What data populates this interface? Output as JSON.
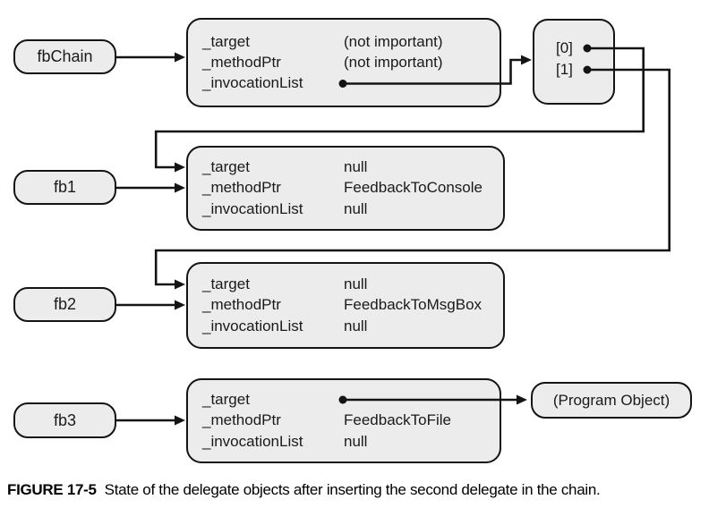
{
  "pills": [
    {
      "label": "fbChain"
    },
    {
      "label": "fb1"
    },
    {
      "label": "fb2"
    },
    {
      "label": "fb3"
    }
  ],
  "boxes": [
    {
      "fields": [
        {
          "label": "_target",
          "value": "(not important)"
        },
        {
          "label": "_methodPtr",
          "value": "(not important)"
        },
        {
          "label": "_invocationList",
          "value": ""
        }
      ]
    },
    {
      "fields": [
        {
          "label": "_target",
          "value": "null"
        },
        {
          "label": "_methodPtr",
          "value": "FeedbackToConsole"
        },
        {
          "label": "_invocationList",
          "value": "null"
        }
      ]
    },
    {
      "fields": [
        {
          "label": "_target",
          "value": "null"
        },
        {
          "label": "_methodPtr",
          "value": "FeedbackToMsgBox"
        },
        {
          "label": "_invocationList",
          "value": "null"
        }
      ]
    },
    {
      "fields": [
        {
          "label": "_target",
          "value": ""
        },
        {
          "label": "_methodPtr",
          "value": "FeedbackToFile"
        },
        {
          "label": "_invocationList",
          "value": "null"
        }
      ]
    }
  ],
  "array_box": {
    "slots": [
      "[0]",
      "[1]"
    ]
  },
  "program_object": {
    "label": "(Program Object)"
  },
  "caption": {
    "tag": "FIGURE 17-5",
    "text": "State of the delegate objects after inserting the second delegate in the chain."
  },
  "colors": {
    "box_fill": "#ececec",
    "line": "#141414",
    "text": "#1a1a1a"
  }
}
